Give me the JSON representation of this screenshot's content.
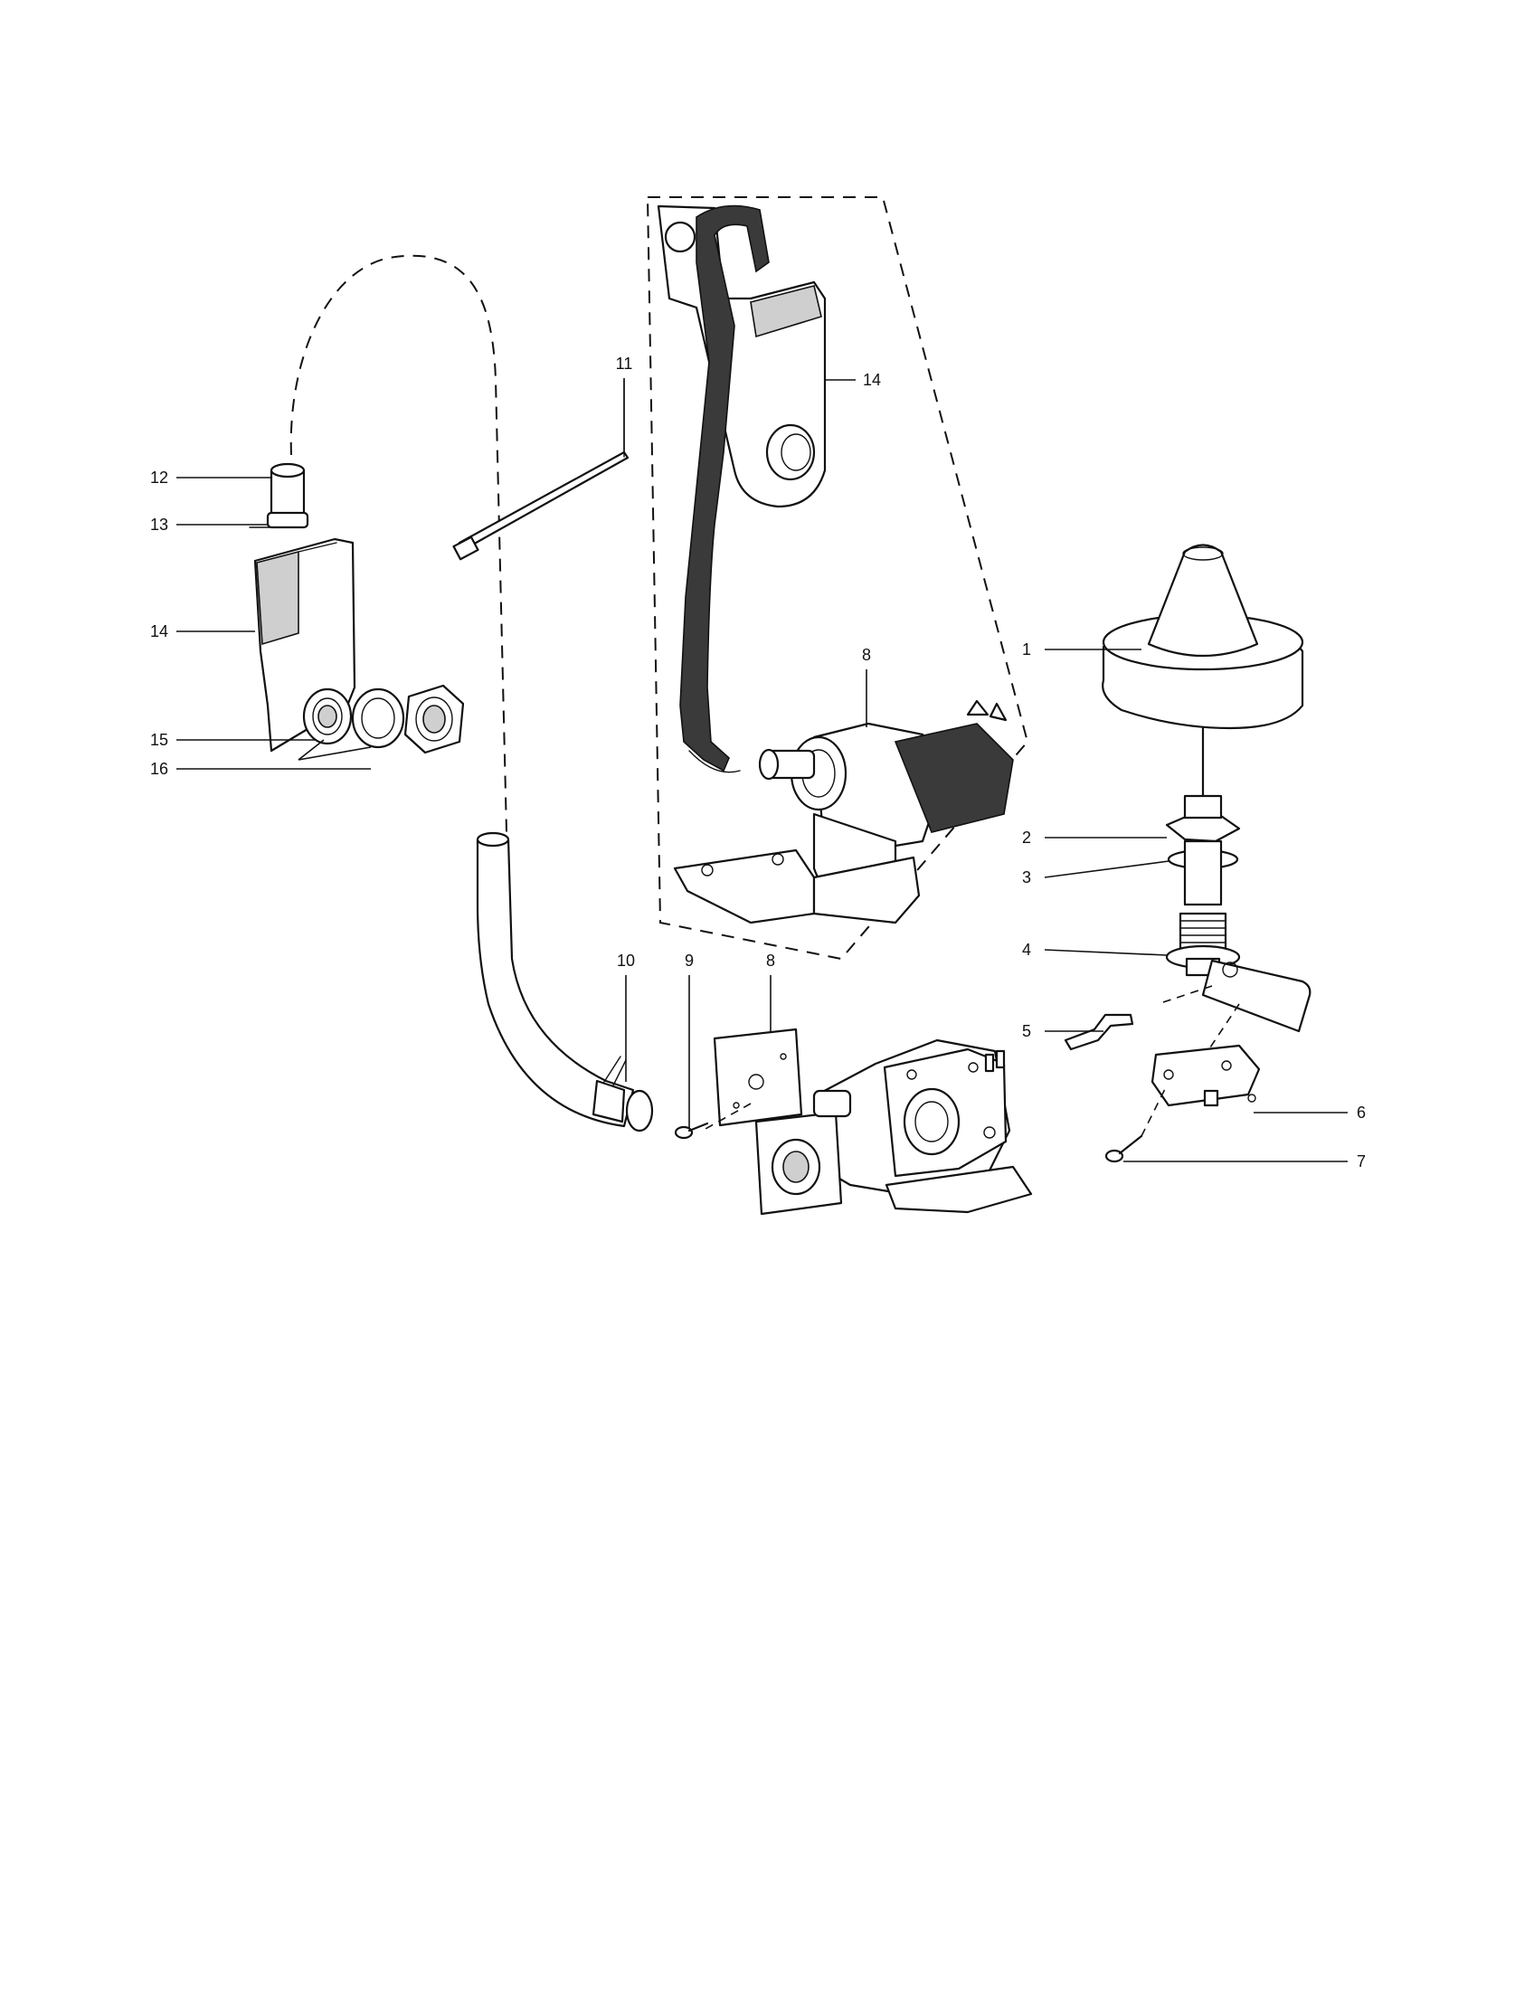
{
  "callouts": [
    {
      "id": "c1",
      "label": "1"
    },
    {
      "id": "c2",
      "label": "2"
    },
    {
      "id": "c3",
      "label": "3"
    },
    {
      "id": "c4",
      "label": "4"
    },
    {
      "id": "c5",
      "label": "5"
    },
    {
      "id": "c6",
      "label": "6"
    },
    {
      "id": "c7",
      "label": "7"
    },
    {
      "id": "c8a",
      "label": "8"
    },
    {
      "id": "c8b",
      "label": "8"
    },
    {
      "id": "c9",
      "label": "9"
    },
    {
      "id": "c10",
      "label": "10"
    },
    {
      "id": "c11",
      "label": "11"
    },
    {
      "id": "c12",
      "label": "12"
    },
    {
      "id": "c13",
      "label": "13"
    },
    {
      "id": "c14a",
      "label": "14"
    },
    {
      "id": "c14b",
      "label": "14"
    },
    {
      "id": "c15",
      "label": "15"
    },
    {
      "id": "c16",
      "label": "16"
    }
  ]
}
